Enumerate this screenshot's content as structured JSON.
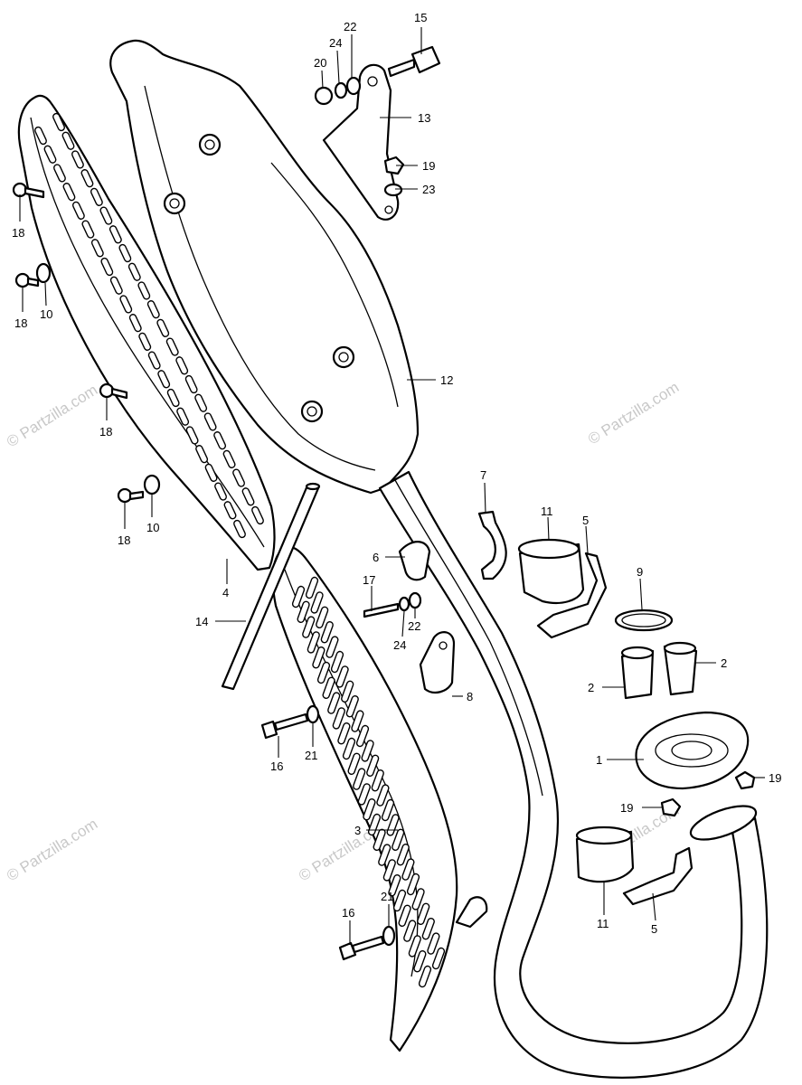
{
  "diagram": {
    "watermark": "© Partzilla.com",
    "callouts": [
      {
        "key": "c15",
        "label": "15"
      },
      {
        "key": "c22a",
        "label": "22"
      },
      {
        "key": "c24a",
        "label": "24"
      },
      {
        "key": "c20",
        "label": "20"
      },
      {
        "key": "c13",
        "label": "13"
      },
      {
        "key": "c19a",
        "label": "19"
      },
      {
        "key": "c23",
        "label": "23"
      },
      {
        "key": "c18a",
        "label": "18"
      },
      {
        "key": "c18b",
        "label": "18"
      },
      {
        "key": "c10a",
        "label": "10"
      },
      {
        "key": "c18c",
        "label": "18"
      },
      {
        "key": "c12",
        "label": "12"
      },
      {
        "key": "c18d",
        "label": "18"
      },
      {
        "key": "c10b",
        "label": "10"
      },
      {
        "key": "c7",
        "label": "7"
      },
      {
        "key": "c11a",
        "label": "11"
      },
      {
        "key": "c5a",
        "label": "5"
      },
      {
        "key": "c6",
        "label": "6"
      },
      {
        "key": "c9",
        "label": "9"
      },
      {
        "key": "c4",
        "label": "4"
      },
      {
        "key": "c17",
        "label": "17"
      },
      {
        "key": "c22b",
        "label": "22"
      },
      {
        "key": "c24b",
        "label": "24"
      },
      {
        "key": "c14",
        "label": "14"
      },
      {
        "key": "c2a",
        "label": "2"
      },
      {
        "key": "c2b",
        "label": "2"
      },
      {
        "key": "c8",
        "label": "8"
      },
      {
        "key": "c1",
        "label": "1"
      },
      {
        "key": "c19b",
        "label": "19"
      },
      {
        "key": "c16a",
        "label": "16"
      },
      {
        "key": "c21a",
        "label": "21"
      },
      {
        "key": "c19c",
        "label": "19"
      },
      {
        "key": "c3",
        "label": "3"
      },
      {
        "key": "c11b",
        "label": "11"
      },
      {
        "key": "c5b",
        "label": "5"
      },
      {
        "key": "c16b",
        "label": "16"
      },
      {
        "key": "c21b",
        "label": "21"
      }
    ]
  }
}
